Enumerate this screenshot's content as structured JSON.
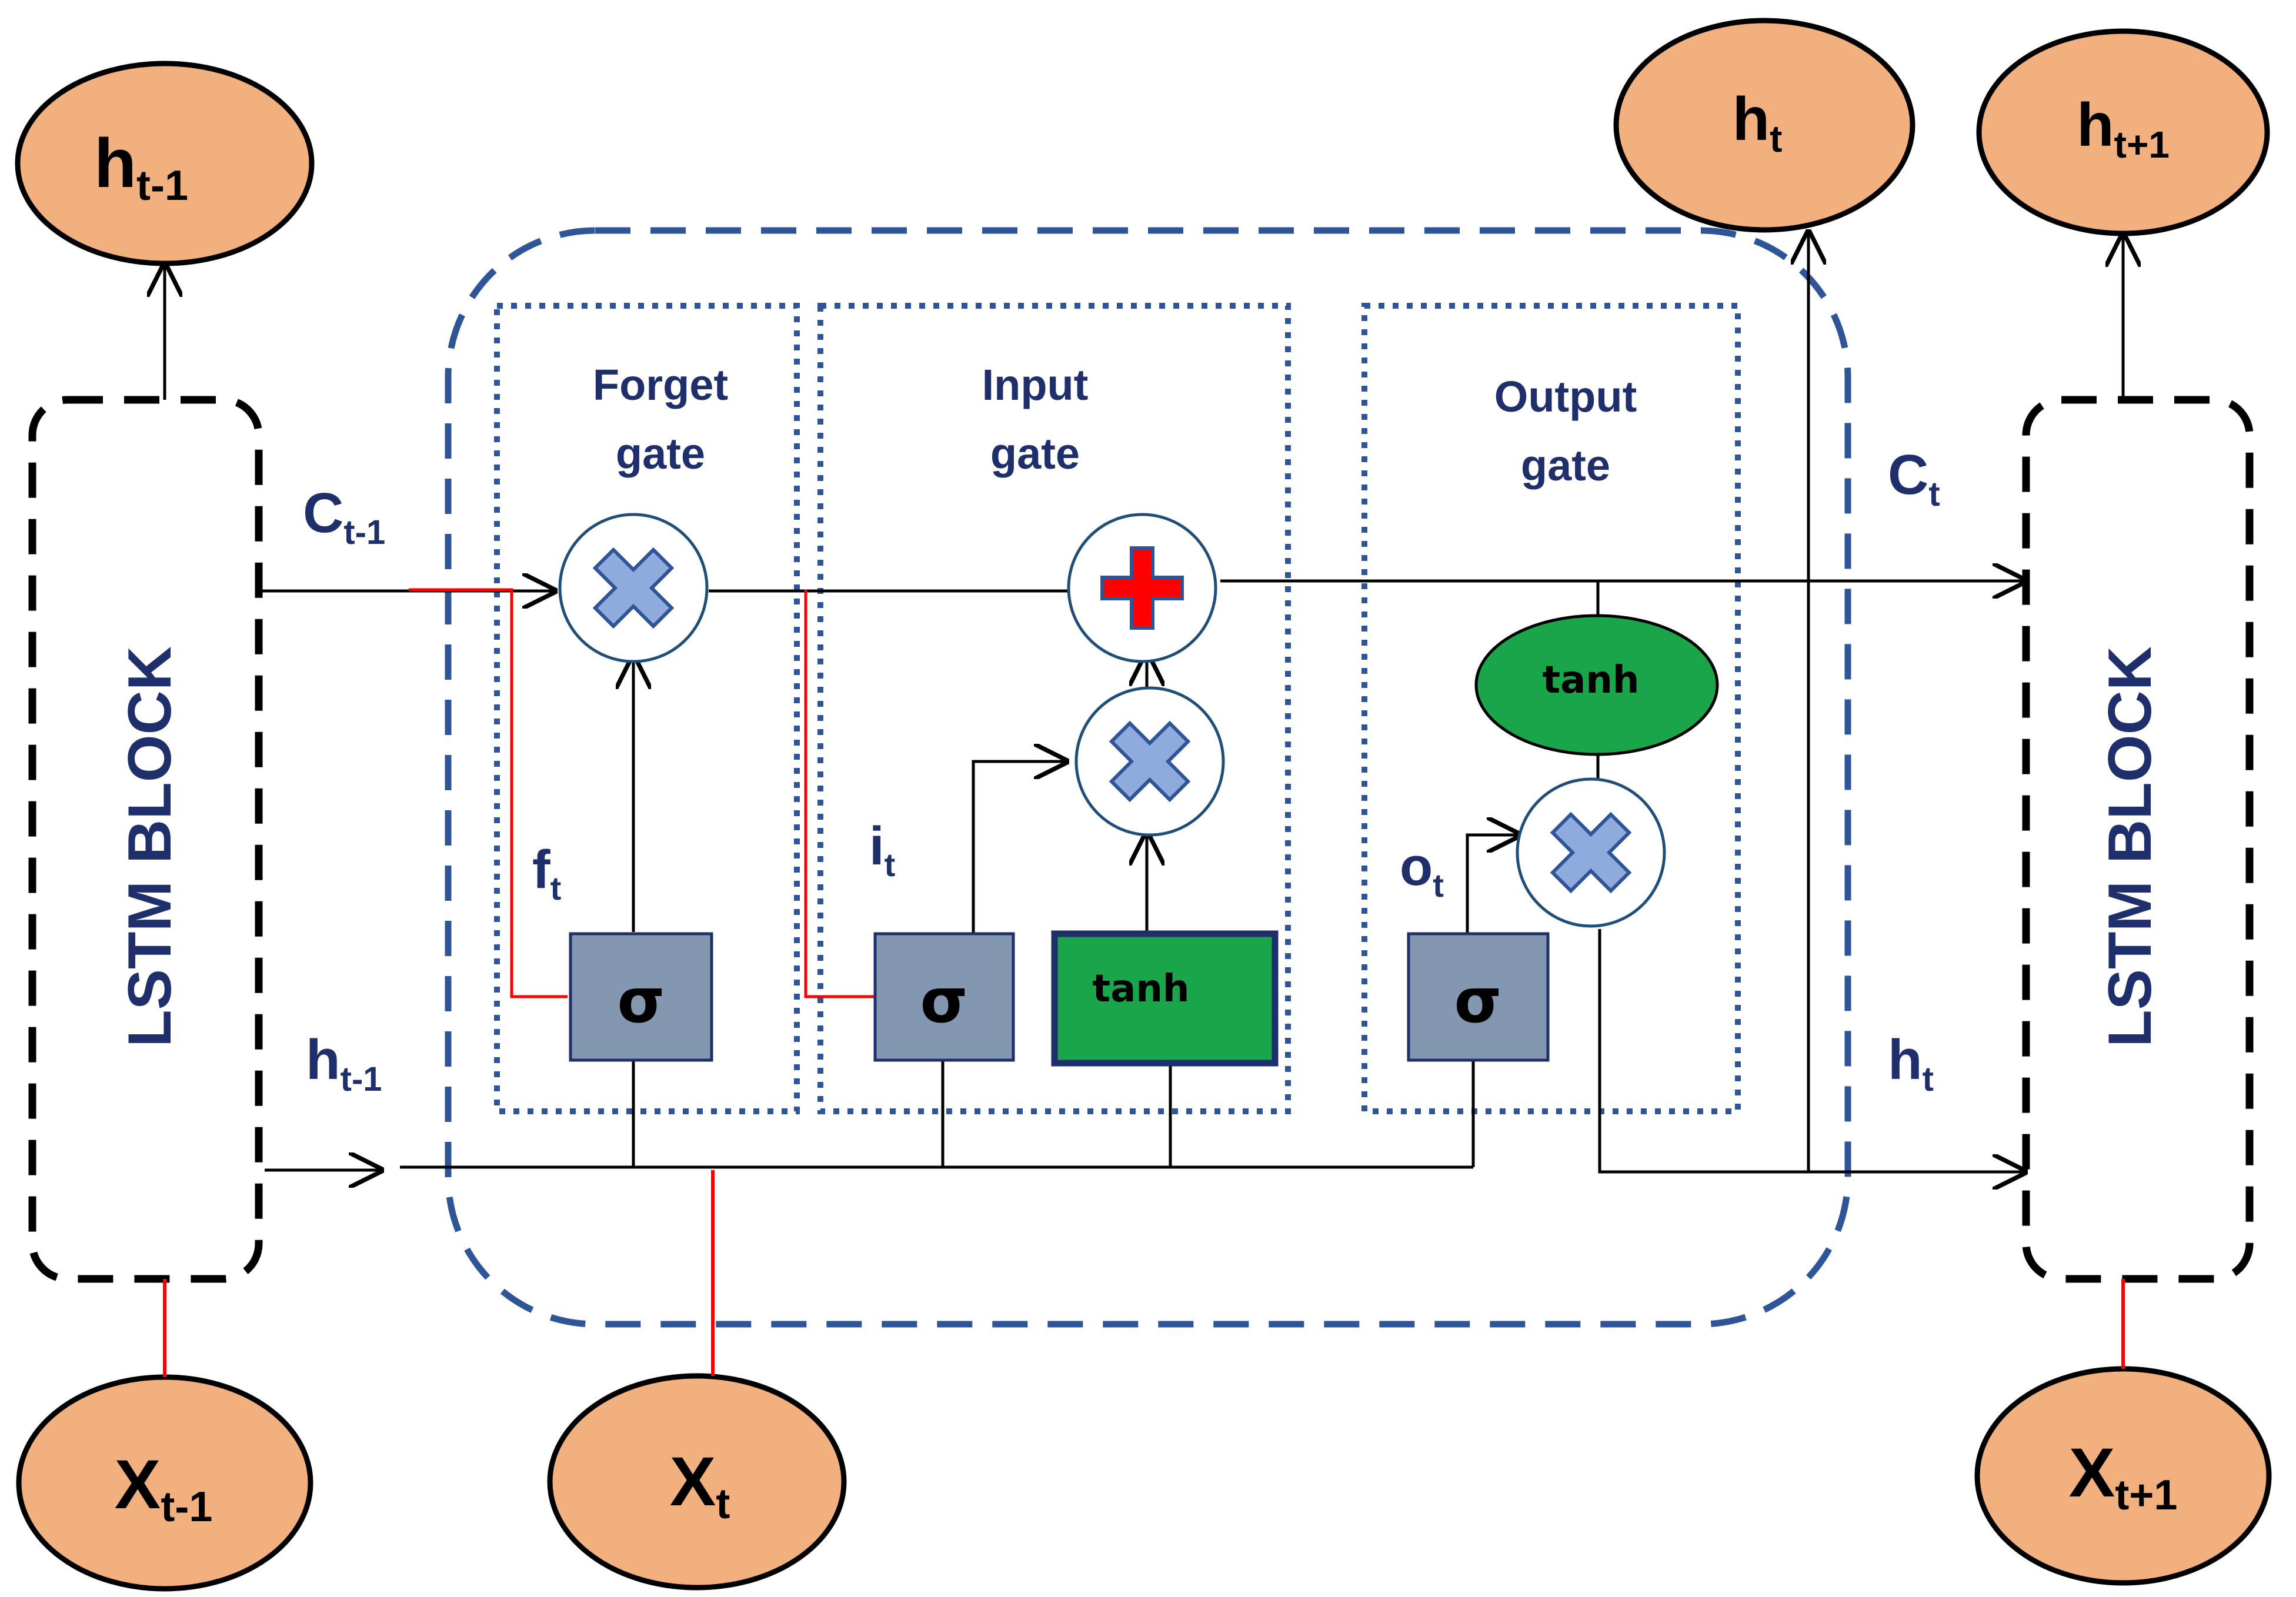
{
  "nodes": {
    "h_prev_top": {
      "main": "h",
      "sub": "t-1"
    },
    "h_t_top": {
      "main": "h",
      "sub": "t"
    },
    "h_next_top": {
      "main": "h",
      "sub": "t+1"
    },
    "x_prev": {
      "main": "X",
      "sub": "t-1"
    },
    "x_t": {
      "main": "X",
      "sub": "t"
    },
    "x_next": {
      "main": "X",
      "sub": "t+1"
    }
  },
  "blocks": {
    "left": "LSTM BLOCK",
    "right": "LSTM BLOCK"
  },
  "signals": {
    "c_prev": {
      "main": "C",
      "sub": "t-1"
    },
    "h_prev": {
      "main": "h",
      "sub": "t-1"
    },
    "c_t": {
      "main": "C",
      "sub": "t"
    },
    "h_t": {
      "main": "h",
      "sub": "t"
    },
    "f_t": {
      "main": "f",
      "sub": "t"
    },
    "i_t": {
      "main": "i",
      "sub": "t"
    },
    "o_t": {
      "main": "o",
      "sub": "t"
    }
  },
  "gates": {
    "forget": {
      "line1": "Forget",
      "line2": "gate"
    },
    "input": {
      "line1": "Input",
      "line2": "gate"
    },
    "output": {
      "line1": "Output",
      "line2": "gate"
    }
  },
  "ops": {
    "sigma": "σ",
    "tanh_box": "tanh",
    "tanh_ellipse": "tanh"
  },
  "colors": {
    "node_fill": "#f2b07e",
    "cell_border": "#2e5597",
    "gate_border": "#2e5597",
    "sigma_fill": "#8497b0",
    "tanh_fill": "#1aa54a",
    "cross_fill": "#8faadc",
    "plus_color": "#ff0000"
  }
}
